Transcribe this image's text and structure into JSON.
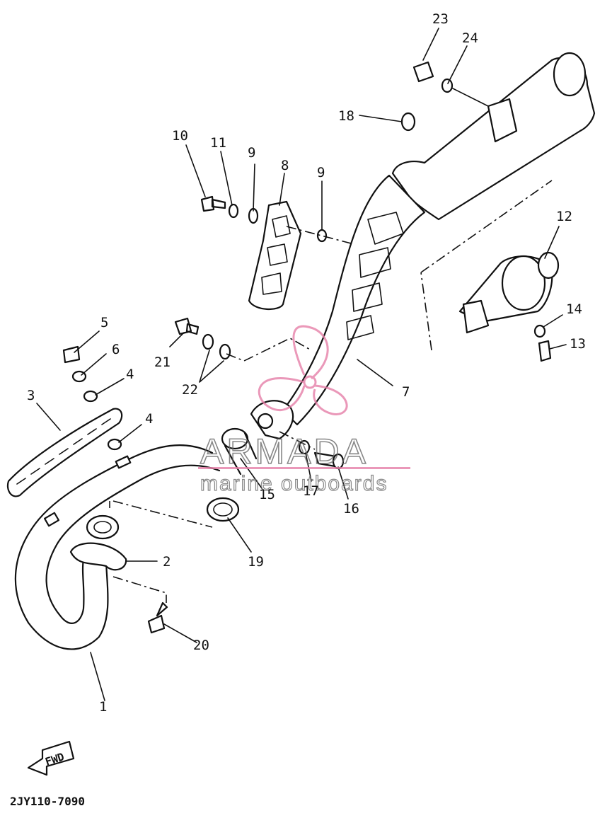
{
  "diagram_code": "2JY110-7090",
  "fwd_label": "FWD",
  "watermark": {
    "brand": "ARMADA",
    "tagline": "marine outboards",
    "accent_color": "#e67fa8"
  },
  "callouts": {
    "c1": "1",
    "c2": "2",
    "c3": "3",
    "c4a": "4",
    "c4b": "4",
    "c5": "5",
    "c6": "6",
    "c7": "7",
    "c8": "8",
    "c9a": "9",
    "c9b": "9",
    "c10": "10",
    "c11": "11",
    "c12": "12",
    "c13": "13",
    "c14": "14",
    "c15": "15",
    "c16": "16",
    "c17": "17",
    "c18": "18",
    "c19": "19",
    "c20": "20",
    "c21": "21",
    "c22": "22",
    "c23": "23",
    "c24": "24"
  }
}
